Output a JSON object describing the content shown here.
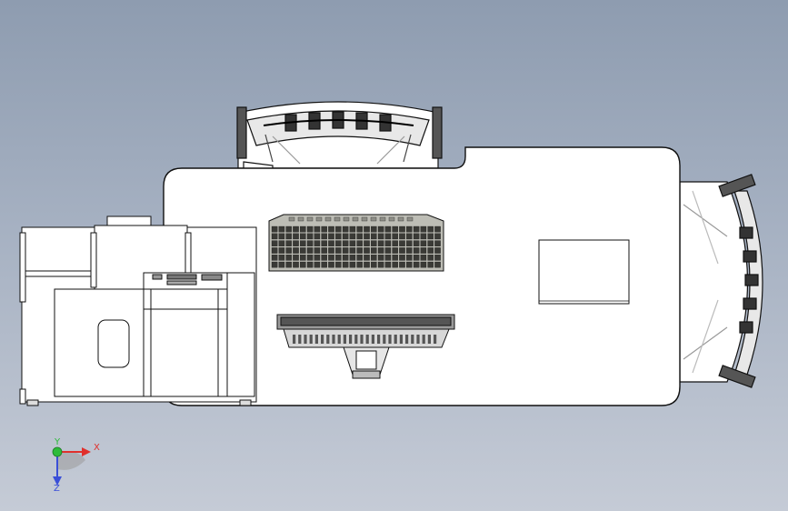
{
  "viewport": {
    "background_top": "#8e9cb0",
    "background_bottom": "#c5cbd6"
  },
  "scene": {
    "view": "top",
    "components": [
      "desk",
      "keyboard",
      "monitor",
      "document-paper",
      "office-chair-top",
      "office-chair-right",
      "desktop-pc-unit",
      "pc-cabinet"
    ]
  },
  "triad": {
    "x_label": "X",
    "y_label": "Y",
    "z_label": "Z",
    "x_color": "#e0302c",
    "y_color": "#2dbb3a",
    "z_color": "#3a4fd8"
  }
}
